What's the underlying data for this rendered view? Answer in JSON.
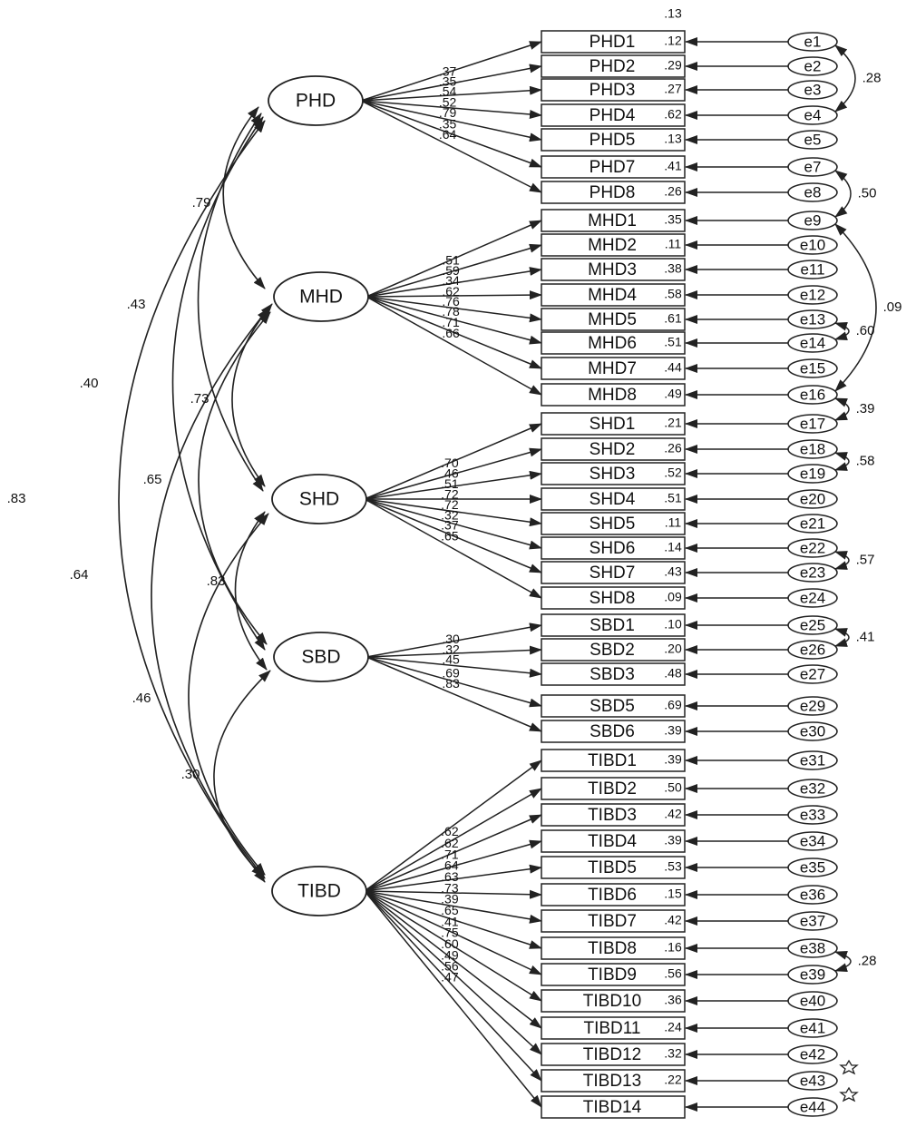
{
  "latents": [
    {
      "id": "PHD",
      "label": "PHD"
    },
    {
      "id": "MHD",
      "label": "MHD"
    },
    {
      "id": "SHD",
      "label": "SHD"
    },
    {
      "id": "SBD",
      "label": "SBD"
    },
    {
      "id": "TIBD",
      "label": "TIBD"
    }
  ],
  "indicators": [
    {
      "label": "PHD1",
      "r2": ".12",
      "error": "e1",
      "loading": ".37",
      "latent": "PHD"
    },
    {
      "label": "PHD2",
      "r2": ".29",
      "error": "e2",
      "loading": ".35",
      "latent": "PHD"
    },
    {
      "label": "PHD3",
      "r2": ".27",
      "error": "e3",
      "loading": ".54",
      "latent": "PHD"
    },
    {
      "label": "PHD4",
      "r2": ".62",
      "error": "e4",
      "loading": ".52",
      "latent": "PHD"
    },
    {
      "label": "PHD5",
      "r2": ".13",
      "error": "e5",
      "loading": ".79",
      "latent": "PHD"
    },
    {
      "label": "PHD7",
      "r2": ".41",
      "error": "e7",
      "loading": ".35",
      "latent": "PHD"
    },
    {
      "label": "PHD8",
      "r2": ".26",
      "error": "e8",
      "loading": ".64",
      "latent": "PHD"
    },
    {
      "label": "MHD1",
      "r2": ".35",
      "error": "e9",
      "loading": ".51",
      "latent": "MHD"
    },
    {
      "label": "MHD2",
      "r2": ".11",
      "error": "e10",
      "loading": ".59",
      "latent": "MHD"
    },
    {
      "label": "MHD3",
      "r2": ".38",
      "error": "e11",
      "loading": ".34",
      "latent": "MHD"
    },
    {
      "label": "MHD4",
      "r2": ".58",
      "error": "e12",
      "loading": ".62",
      "latent": "MHD"
    },
    {
      "label": "MHD5",
      "r2": ".61",
      "error": "e13",
      "loading": ".76",
      "latent": "MHD"
    },
    {
      "label": "MHD6",
      "r2": ".51",
      "error": "e14",
      "loading": ".78",
      "latent": "MHD"
    },
    {
      "label": "MHD7",
      "r2": ".44",
      "error": "e15",
      "loading": ".71",
      "latent": "MHD"
    },
    {
      "label": "MHD8",
      "r2": ".49",
      "error": "e16",
      "loading": ".66",
      "latent": "MHD"
    },
    {
      "label": "SHD1",
      "r2": ".21",
      "error": "e17",
      "loading": ".70",
      "latent": "SHD"
    },
    {
      "label": "SHD2",
      "r2": ".26",
      "error": "e18",
      "loading": ".46",
      "latent": "SHD"
    },
    {
      "label": "SHD3",
      "r2": ".52",
      "error": "e19",
      "loading": ".51",
      "latent": "SHD"
    },
    {
      "label": "SHD4",
      "r2": ".51",
      "error": "e20",
      "loading": ".72",
      "latent": "SHD"
    },
    {
      "label": "SHD5",
      "r2": ".11",
      "error": "e21",
      "loading": ".72",
      "latent": "SHD"
    },
    {
      "label": "SHD6",
      "r2": ".14",
      "error": "e22",
      "loading": ".32",
      "latent": "SHD"
    },
    {
      "label": "SHD7",
      "r2": ".43",
      "error": "e23",
      "loading": ".37",
      "latent": "SHD"
    },
    {
      "label": "SHD8",
      "r2": ".09",
      "error": "e24",
      "loading": ".65",
      "latent": "SHD"
    },
    {
      "label": "SBD1",
      "r2": ".10",
      "error": "e25",
      "loading": ".30",
      "latent": "SBD"
    },
    {
      "label": "SBD2",
      "r2": ".20",
      "error": "e26",
      "loading": ".32",
      "latent": "SBD"
    },
    {
      "label": "SBD3",
      "r2": ".48",
      "error": "e27",
      "loading": ".45",
      "latent": "SBD"
    },
    {
      "label": "SBD5",
      "r2": ".69",
      "error": "e29",
      "loading": ".69",
      "latent": "SBD"
    },
    {
      "label": "SBD6",
      "r2": ".39",
      "error": "e30",
      "loading": ".83",
      "latent": "SBD"
    },
    {
      "label": "TIBD1",
      "r2": ".39",
      "error": "e31",
      "loading": ".62",
      "latent": "TIBD"
    },
    {
      "label": "TIBD2",
      "r2": ".50",
      "error": "e32",
      "loading": ".62",
      "latent": "TIBD"
    },
    {
      "label": "TIBD3",
      "r2": ".42",
      "error": "e33",
      "loading": ".71",
      "latent": "TIBD"
    },
    {
      "label": "TIBD4",
      "r2": ".39",
      "error": "e34",
      "loading": ".64",
      "latent": "TIBD"
    },
    {
      "label": "TIBD5",
      "r2": ".53",
      "error": "e35",
      "loading": ".63",
      "latent": "TIBD"
    },
    {
      "label": "TIBD6",
      "r2": ".15",
      "error": "e36",
      "loading": ".73",
      "latent": "TIBD"
    },
    {
      "label": "TIBD7",
      "r2": ".42",
      "error": "e37",
      "loading": ".39",
      "latent": "TIBD"
    },
    {
      "label": "TIBD8",
      "r2": ".16",
      "error": "e38",
      "loading": ".65",
      "latent": "TIBD"
    },
    {
      "label": "TIBD9",
      "r2": ".56",
      "error": "e39",
      "loading": ".41",
      "latent": "TIBD"
    },
    {
      "label": "TIBD10",
      "r2": ".36",
      "error": "e40",
      "loading": ".75",
      "latent": "TIBD"
    },
    {
      "label": "TIBD11",
      "r2": ".24",
      "error": "e41",
      "loading": ".60",
      "latent": "TIBD"
    },
    {
      "label": "TIBD12",
      "r2": ".32",
      "error": "e42",
      "loading": ".49",
      "latent": "TIBD"
    },
    {
      "label": "TIBD13",
      "r2": ".22",
      "error": "e43",
      "loading": ".56",
      "latent": "TIBD"
    },
    {
      "label": "TIBD14",
      "r2": "",
      "error": "e44",
      "loading": ".47",
      "latent": "TIBD"
    }
  ],
  "extra_labels": {
    "top_r2": ".13"
  },
  "latent_covariances": [
    {
      "from": "PHD",
      "to": "MHD",
      "value": ".79"
    },
    {
      "from": "PHD",
      "to": "SHD",
      "value": ".43"
    },
    {
      "from": "PHD",
      "to": "SBD",
      "value": ".40"
    },
    {
      "from": "PHD",
      "to": "TIBD",
      "value": ".83"
    },
    {
      "from": "MHD",
      "to": "SHD",
      "value": ".73"
    },
    {
      "from": "MHD",
      "to": "SBD",
      "value": ".65"
    },
    {
      "from": "MHD",
      "to": "TIBD",
      "value": ".64"
    },
    {
      "from": "SHD",
      "to": "SBD",
      "value": ".83"
    },
    {
      "from": "SHD",
      "to": "TIBD",
      "value": ".46"
    },
    {
      "from": "SBD",
      "to": "TIBD",
      "value": ".30"
    }
  ],
  "error_covariances": [
    {
      "from": "e1",
      "to": "e4",
      "value": ".28"
    },
    {
      "from": "e7",
      "to": "e9",
      "value": ".50"
    },
    {
      "from": "e9",
      "to": "e16",
      "value": ".09"
    },
    {
      "from": "e13",
      "to": "e14",
      "value": ".60"
    },
    {
      "from": "e16",
      "to": "e17",
      "value": ".39"
    },
    {
      "from": "e18",
      "to": "e19",
      "value": ".58"
    },
    {
      "from": "e22",
      "to": "e23",
      "value": ".57"
    },
    {
      "from": "e25",
      "to": "e26",
      "value": ".41"
    },
    {
      "from": "e38",
      "to": "e39",
      "value": ".28"
    }
  ],
  "colors": {
    "line": "#222222",
    "fill": "#ffffff",
    "text": "#111111"
  }
}
